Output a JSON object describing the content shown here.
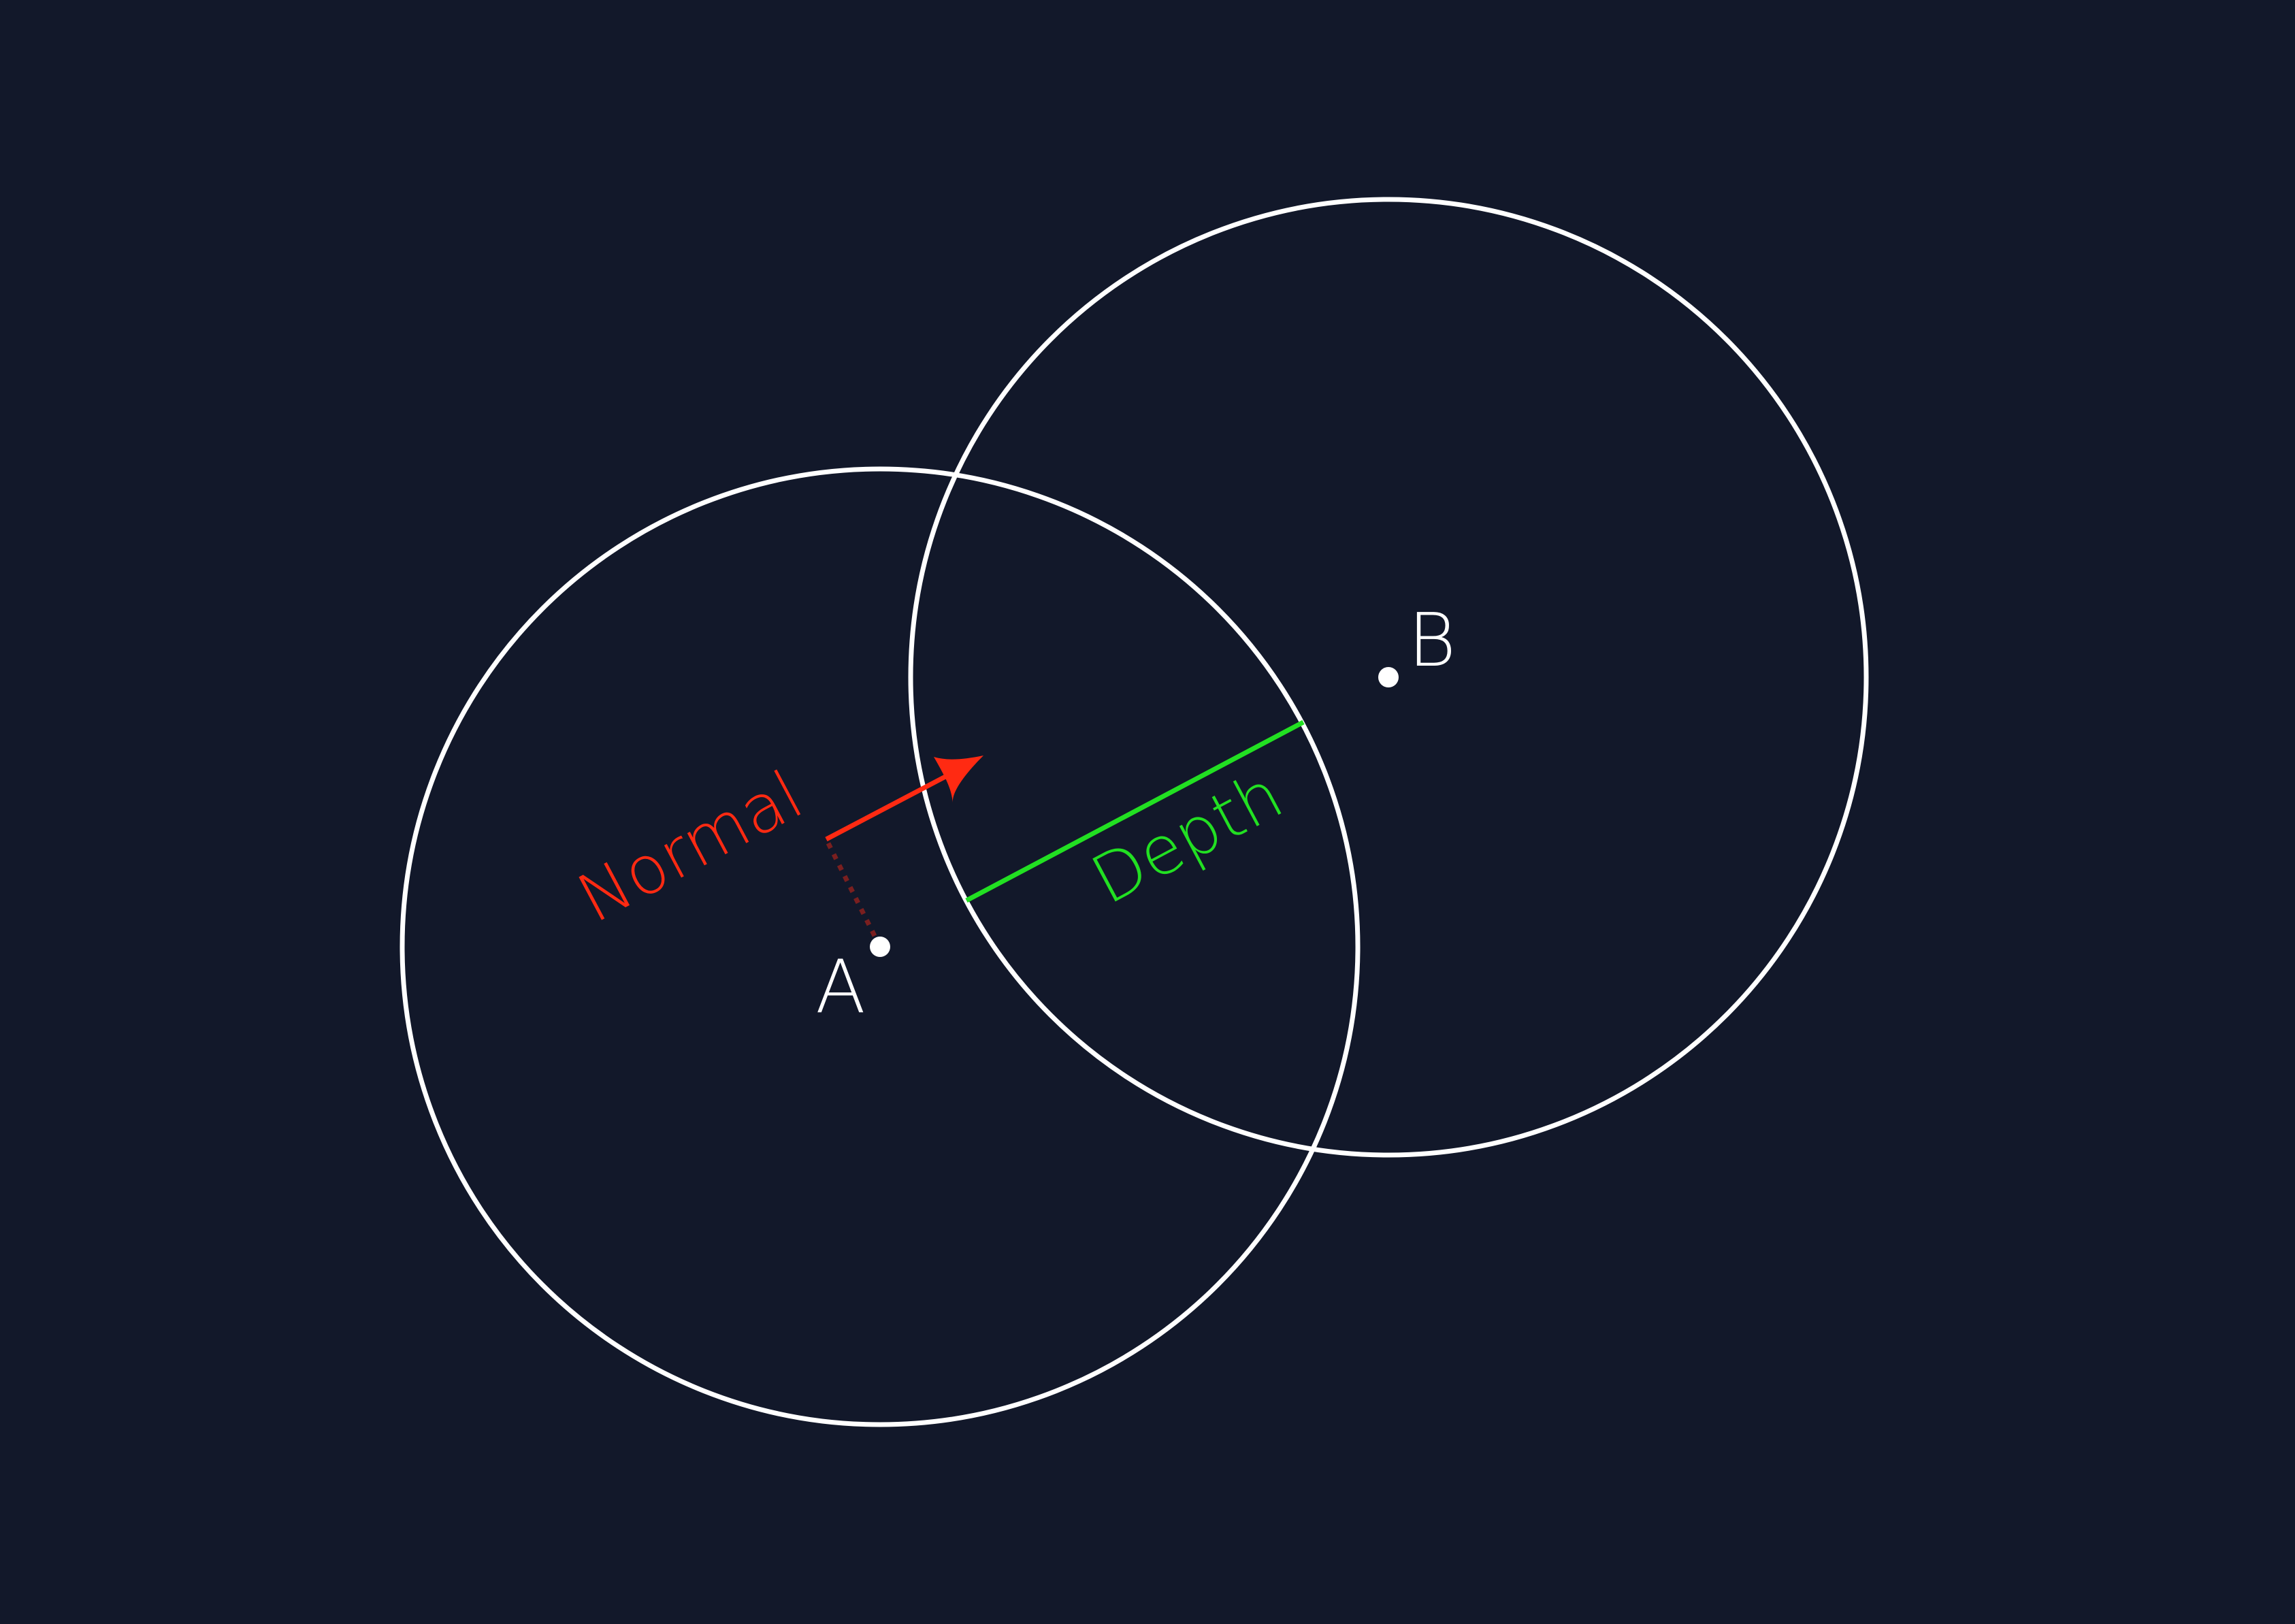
{
  "diagram": {
    "colors": {
      "background": "#12182a",
      "circle_stroke": "#ffffff",
      "center_point": "#ffffff",
      "normal": "#ff2a12",
      "normal_dotted": "#7a1f1f",
      "depth": "#22e022",
      "label_white": "#ffffff"
    },
    "circles": {
      "a": {
        "label": "A"
      },
      "b": {
        "label": "B"
      }
    },
    "normal": {
      "label": "Normal"
    },
    "depth": {
      "label": "Depth"
    }
  }
}
